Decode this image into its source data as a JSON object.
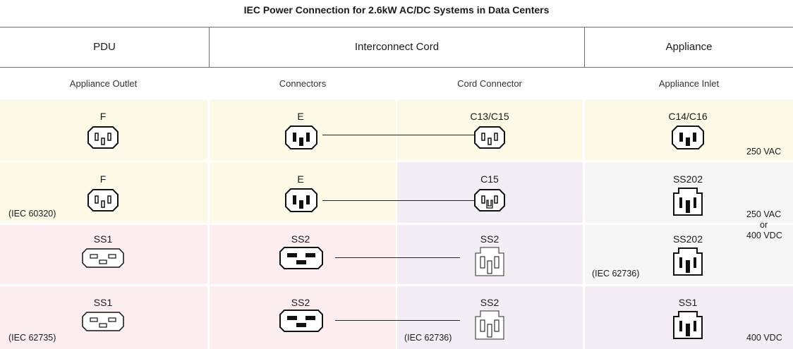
{
  "title": "IEC Power Connection for 2.6kW AC/DC Systems in Data Centers",
  "groups": {
    "pdu": "PDU",
    "cord": "Interconnect Cord",
    "appliance": "Appliance"
  },
  "columns": {
    "outlet": "Appliance Outlet",
    "connectors": "Connectors",
    "cord_connector": "Cord Connector",
    "inlet": "Appliance Inlet"
  },
  "rows": [
    {
      "outlet": "F",
      "connector": "E",
      "cord_connector": "C13/C15",
      "inlet": "C14/C16"
    },
    {
      "outlet": "F",
      "connector": "E",
      "cord_connector": "C15",
      "inlet": "SS202"
    },
    {
      "outlet": "SS1",
      "connector": "SS2",
      "cord_connector": "SS2",
      "inlet": "SS202"
    },
    {
      "outlet": "SS1",
      "connector": "SS2",
      "cord_connector": "SS2",
      "inlet": "SS1"
    }
  ],
  "notes": {
    "iec60320": "(IEC 60320)",
    "iec62736_inlet": "(IEC 62736)",
    "iec62735": "(IEC 62735)",
    "iec62736_cord": "(IEC 62736)"
  },
  "voltages": {
    "v250ac": "250 VAC",
    "v250ac_b": "250 VAC",
    "or": "or",
    "v400dc": "400 VDC",
    "v400dc_b": "400 VDC"
  },
  "colors": {
    "yellow": "#fcf9e6",
    "pink": "#fcedee",
    "lavender": "#f3eef6",
    "grey": "#f6f6f6"
  },
  "icons": [
    "female-f-icon",
    "male-e-icon",
    "c13-c15-icon",
    "c14-c16-icon",
    "c15-icon",
    "ss202-icon",
    "ss1-icon",
    "ss2-male-icon",
    "ss2-cord-icon"
  ]
}
